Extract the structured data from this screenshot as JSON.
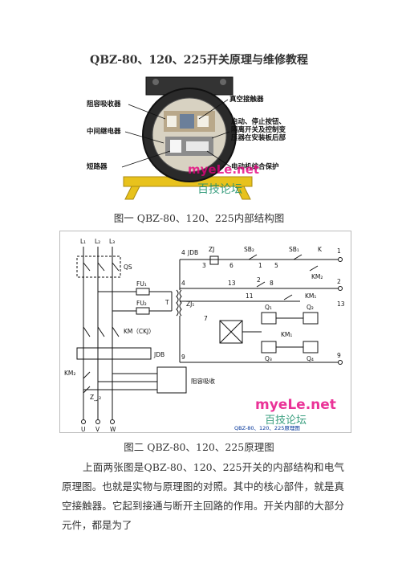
{
  "title": "QBZ-80、120、225开关原理与维修教程",
  "figure1": {
    "caption": "图一  QBZ-80、120、225内部结构图",
    "labels": {
      "zurong": "阻容吸收器",
      "zhongjian": "中间继电器",
      "duanlu": "短路器",
      "zhenkong": "真空接触器",
      "qidong_1": "启动、停止按钮、",
      "qidong_2": "隔离开关及控制变",
      "qidong_3": "压器在安装板后部",
      "dianji": "电动机综合保护"
    },
    "watermark_1": "myeLe.net",
    "watermark_2": "百技论坛"
  },
  "figure2": {
    "caption": "图二  QBZ-80、120、225原理图",
    "labels": {
      "L1": "L₁",
      "L2": "L₂",
      "L3": "L₃",
      "QS": "QS",
      "FU1": "FU₁",
      "FU2": "FU₂",
      "T": "T",
      "ZJ1": "ZJ₁",
      "KM": "KM（CKJ）",
      "JDB_a": "JDB",
      "JDB_b": "JDB",
      "ZJ": "ZJ",
      "SB2": "SB₂",
      "SB1": "SB₁",
      "K": "K",
      "KM2_a": "KM₂",
      "KM2_b": "KM₂",
      "KM1_a": "KM₁",
      "KM1_b": "KM₁",
      "Q1": "Q₁",
      "Q2": "Q₂",
      "Q3": "Q₃",
      "Q4": "Q₄",
      "ZJ2": "Z_J₂",
      "zurong": "阻容吸收",
      "U": "U",
      "V": "V",
      "W": "W",
      "n1": "1",
      "n2": "2",
      "n3": "3",
      "n4": "4",
      "n5": "5",
      "n6": "6",
      "n7": "7",
      "n8": "8",
      "n9": "9",
      "n11": "11",
      "n13": "13",
      "n4b": "4",
      "n9b": "9",
      "n13b": "13",
      "n2b": "2",
      "n1b": "1"
    },
    "watermark_1": "myeLe.net",
    "watermark_2": "百技论坛",
    "subtitle": "QBZ-80、120、225原理图"
  },
  "paragraph": "上面两张图是QBZ-80、120、225开关的内部结构和电气原理图。也就是实物与原理图的对照。其中的核心部件，就是真空接触器。它起到接通与断开主回路的作用。开关内部的大部分元件，都是为了"
}
